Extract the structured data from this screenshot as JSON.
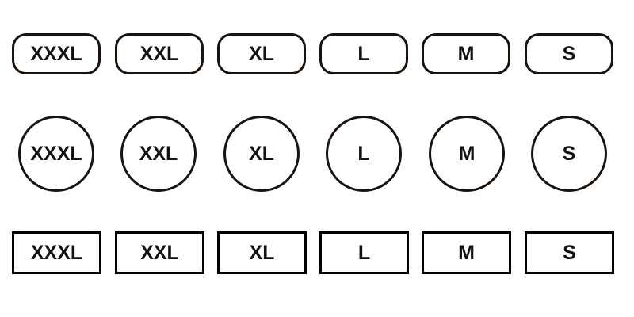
{
  "sizes": [
    "XXXL",
    "XXL",
    "XL",
    "L",
    "M",
    "S"
  ],
  "rows": {
    "rounded": {
      "labels": [
        "XXXL",
        "XXL",
        "XL",
        "L",
        "M",
        "S"
      ]
    },
    "circle": {
      "labels": [
        "XXXL",
        "XXL",
        "XL",
        "L",
        "M",
        "S"
      ]
    },
    "square": {
      "labels": [
        "XXXL",
        "XXL",
        "XL",
        "L",
        "M",
        "S"
      ]
    }
  },
  "colors": {
    "border": "#1a120b",
    "text": "#111111",
    "background": "#ffffff"
  }
}
